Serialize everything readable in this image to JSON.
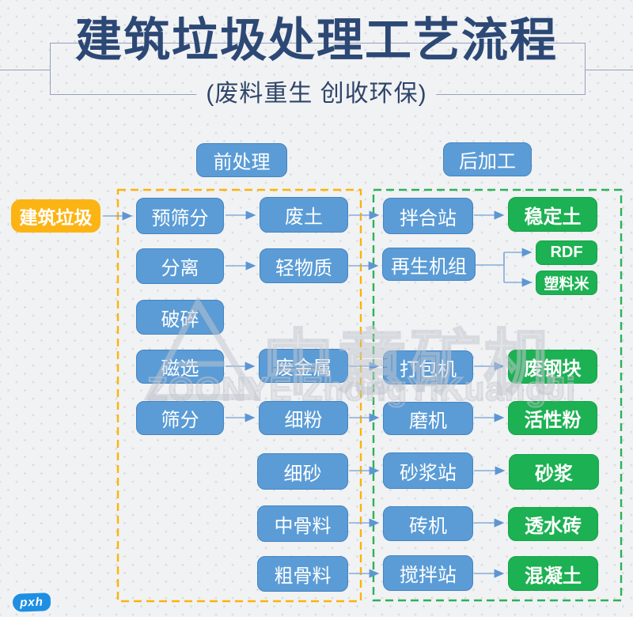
{
  "header": {
    "title": "建筑垃圾处理工艺流程",
    "subtitle": "(废料重生 创收环保)"
  },
  "sections": {
    "pre": "前处理",
    "post": "后加工"
  },
  "nodes": {
    "source": "建筑垃圾",
    "prescreen": "预筛分",
    "waste_soil": "废土",
    "mixing_station": "拌合站",
    "stabilized_soil": "稳定土",
    "separation": "分离",
    "light_material": "轻物质",
    "regen_unit": "再生机组",
    "rdf": "RDF",
    "plastic_pellet": "塑料米",
    "crushing": "破碎",
    "magnetic": "磁选",
    "scrap_metal": "废金属",
    "baler": "打包机",
    "scrap_steel": "废钢块",
    "screening": "筛分",
    "fine_powder": "细粉",
    "mill": "磨机",
    "active_powder": "活性粉",
    "fine_sand": "细砂",
    "mortar_station": "砂浆站",
    "mortar": "砂浆",
    "mid_aggregate": "中骨料",
    "brick_machine": "砖机",
    "permeable_brick": "透水砖",
    "coarse_aggregate": "粗骨料",
    "mixer_station": "搅拌站",
    "concrete": "混凝土"
  },
  "watermark": {
    "cn": "中意矿机",
    "en": "ZOONYE  ZhongYiKuangJi"
  },
  "logo": {
    "text": "pxh"
  },
  "colors": {
    "title_navy": "#2c4875",
    "blue_box": "#5b9cd6",
    "green_box": "#1cb152",
    "gold_box": "#fcb415",
    "dashed_yellow": "#fbb40a",
    "dashed_green": "#2bb357",
    "arrow_blue": "#6fa0d4",
    "background": "#f1f2f4",
    "watermark_gray": "#c3c7cf",
    "pxh_blue": "#1e8fe3"
  }
}
